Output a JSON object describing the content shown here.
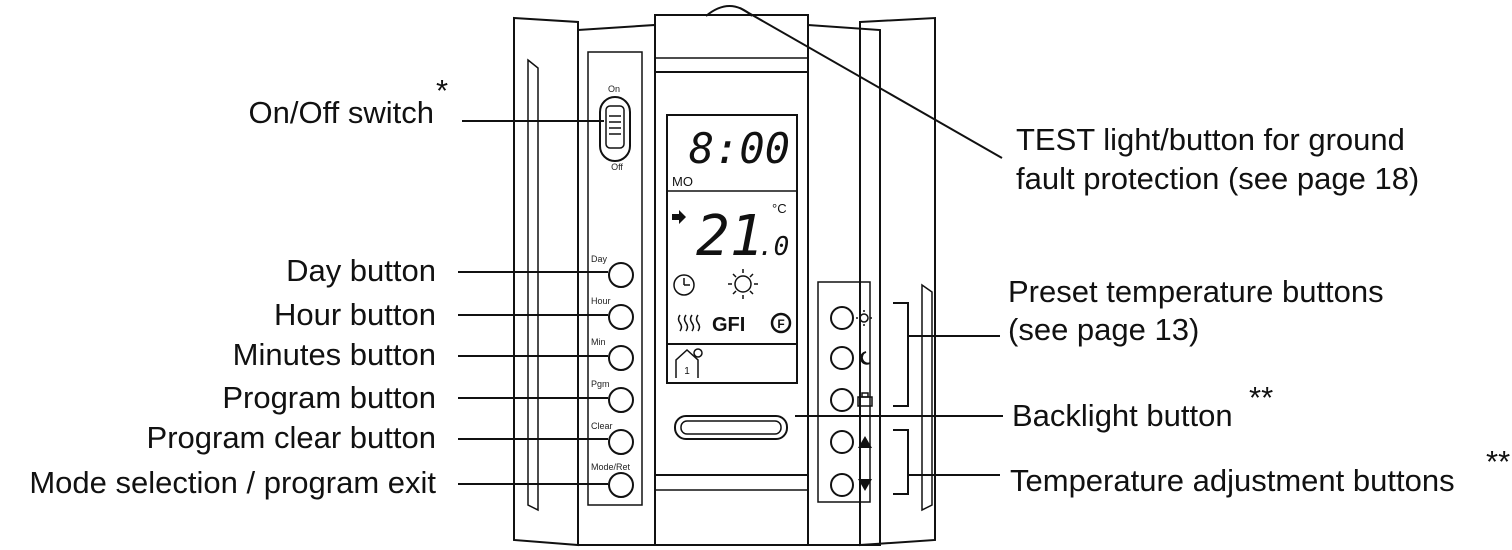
{
  "labels": {
    "on_off": "On/Off switch",
    "on_off_note": "*",
    "day": "Day button",
    "hour": "Hour button",
    "minutes": "Minutes button",
    "program": "Program button",
    "program_clear": "Program clear button",
    "mode": "Mode selection / program exit",
    "test_line1": "TEST light/button for ground",
    "test_line2": "fault protection (see page 18)",
    "preset_line1": "Preset temperature buttons",
    "preset_line2": "(see page 13)",
    "backlight": "Backlight button",
    "backlight_note": "**",
    "temp_adjust": "Temperature adjustment buttons",
    "temp_adjust_note": "**"
  },
  "switch": {
    "on": "On",
    "off": "Off"
  },
  "buttons": {
    "day": "Day",
    "hour": "Hour",
    "min": "Min",
    "pgm": "Pgm",
    "clear": "Clear",
    "mode": "Mode/Ret"
  },
  "display": {
    "time": "8:00",
    "day": "MO",
    "temp_main": "21",
    "temp_decimal": ".0",
    "unit": "°C",
    "gfi": "GFI",
    "f_badge": "F",
    "zone": "1"
  },
  "icons": [
    "switch-icon",
    "clock-icon",
    "sun-icon",
    "heat-waves-icon",
    "moon-icon",
    "suitcase-icon",
    "up-arrow-icon",
    "down-arrow-icon",
    "house-icon",
    "pointer-arrow-icon"
  ]
}
